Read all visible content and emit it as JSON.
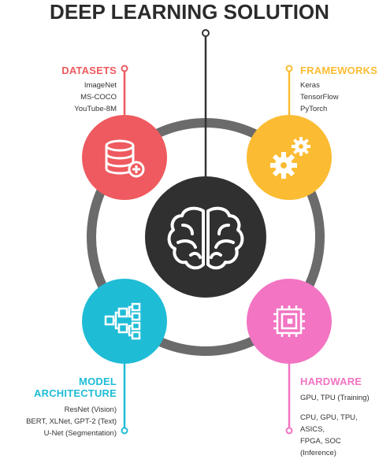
{
  "title": "DEEP LEARNING SOLUTION",
  "colors": {
    "datasets": "#ee5a5f",
    "frameworks": "#fbbc33",
    "model_architecture": "#1fbcd6",
    "hardware": "#f274c2",
    "hub": "#303030",
    "ring": "#6b6b6b"
  },
  "center": {
    "icon": "brain-icon"
  },
  "nodes": {
    "datasets": {
      "heading": "DATASETS",
      "icon": "database-add-icon",
      "items": [
        "ImageNet",
        "MS-COCO",
        "YouTube-8M"
      ]
    },
    "frameworks": {
      "heading": "FRAMEWORKS",
      "icon": "gears-icon",
      "items": [
        "Keras",
        "TensorFlow",
        "PyTorch"
      ]
    },
    "model_architecture": {
      "heading": "MODEL ARCHITECTURE",
      "icon": "hierarchy-icon",
      "items": [
        "ResNet (Vision)",
        "BERT, XLNet, GPT-2 (Text)",
        "U-Net (Segmentation)"
      ]
    },
    "hardware": {
      "heading": "HARDWARE",
      "icon": "chip-icon",
      "items": [
        "GPU, TPU (Training)",
        "CPU, GPU, TPU, ASICS,",
        "FPGA, SOC (Inference)"
      ]
    }
  }
}
